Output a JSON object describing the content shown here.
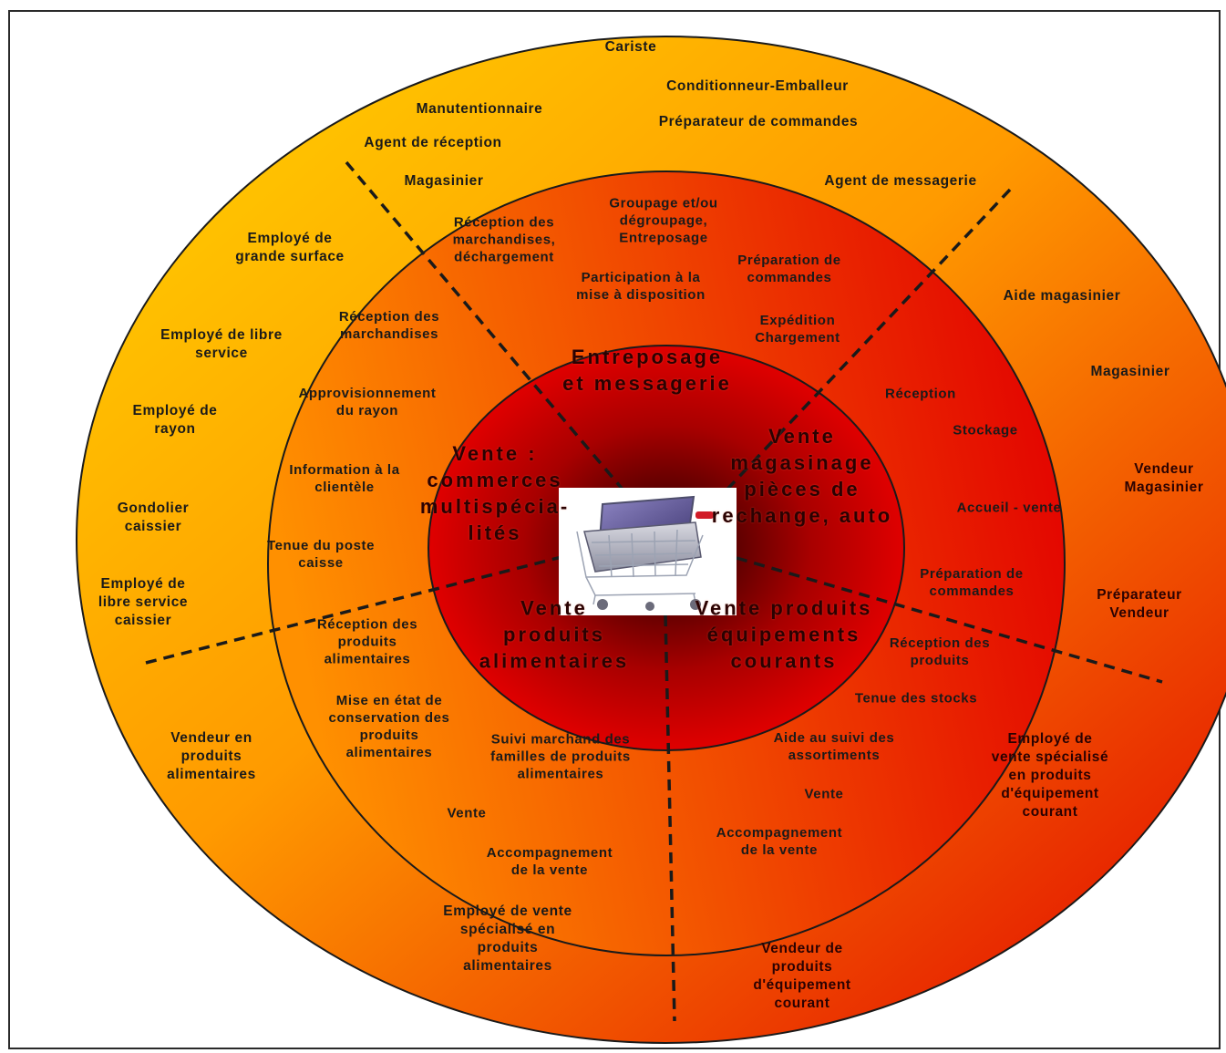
{
  "colors": {
    "outer_start": "#ffd400",
    "outer_mid": "#ff9a00",
    "outer_end": "#e00000",
    "middle_start": "#ff9000",
    "middle_end": "#e20000",
    "inner_center": "#1a0000",
    "inner_edge": "#ee0000",
    "ring_stroke": "#1a1a1a",
    "divider": "#1a1a1a"
  },
  "icons": {
    "center": "shopping-cart-with-laptop-icon"
  },
  "sectors": {
    "entreposage": {
      "title": "Entreposage\net messagerie",
      "activities": [
        "Groupage et/ou\ndégroupage,\nEntreposage",
        "Réception des\nmarchandises,\ndéchargement",
        "Préparation de\ncommandes",
        "Participation à la\nmise à disposition",
        "Expédition\nChargement"
      ],
      "jobs": [
        "Cariste",
        "Conditionneur-Emballeur",
        "Manutentionnaire",
        "Préparateur de commandes",
        "Agent de réception",
        "Magasinier",
        "Agent de messagerie"
      ]
    },
    "multispecialistes": {
      "title": "Vente :\ncommerces\nmultispécia-\nlités",
      "activities": [
        "Réception des\nmarchandises",
        "Approvisionnement\ndu rayon",
        "Information à la\nclientèle",
        "Tenue du poste\ncaisse"
      ],
      "jobs": [
        "Employé de\ngrande surface",
        "Employé de libre\nservice",
        "Employé de\nrayon",
        "Gondolier\ncaissier",
        "Employé de\nlibre service\ncaissier"
      ]
    },
    "pieces_auto": {
      "title": "Vente\nmagasinage\npièces de\nrechange, auto",
      "activities": [
        "Réception",
        "Stockage",
        "Accueil - vente",
        "Préparation de\ncommandes"
      ],
      "jobs": [
        "Aide magasinier",
        "Magasinier",
        "Vendeur\nMagasinier",
        "Préparateur\nVendeur"
      ]
    },
    "alimentaires": {
      "title": "Vente\nproduits\nalimentaires",
      "activities": [
        "Réception des\nproduits\nalimentaires",
        "Mise en état de\nconservation des\nproduits\nalimentaires",
        "Suivi marchand des\nfamilles de produits\nalimentaires",
        "Vente",
        "Accompagnement\nde la vente"
      ],
      "jobs": [
        "Vendeur en\nproduits\nalimentaires",
        "Employé de vente\nspécialisé en\nproduits\nalimentaires"
      ]
    },
    "equipements": {
      "title": "Vente produits\néquipements\ncourants",
      "activities": [
        "Réception des\nproduits",
        "Tenue des stocks",
        "Aide au suivi des\nassortiments",
        "Vente",
        "Accompagnement\nde la vente"
      ],
      "jobs": [
        "Employé de\nvente spécialisé\nen produits\nd'équipement\ncourant",
        "Vendeur de\nproduits\nd'équipement\ncourant"
      ]
    }
  }
}
